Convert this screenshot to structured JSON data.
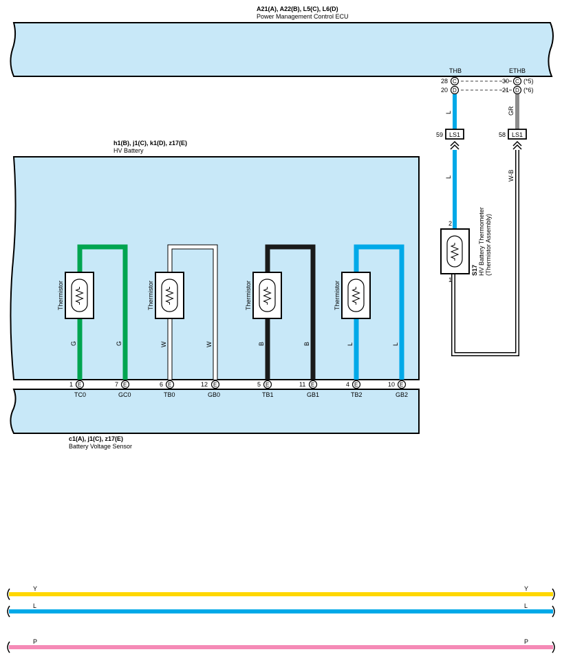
{
  "ecu": {
    "code": "A21(A), A22(B), L5(C), L6(D)",
    "name": "Power Management Control ECU",
    "terminals": [
      {
        "name": "THB",
        "pins": [
          "28",
          "20"
        ],
        "connectors": [
          "C",
          "D"
        ]
      },
      {
        "name": "ETHB",
        "pins": [
          "30",
          "21"
        ],
        "connectors": [
          "C",
          "D"
        ],
        "notes": [
          "(*5)",
          "(*6)"
        ]
      }
    ]
  },
  "junctions": [
    {
      "pin": "59",
      "label": "LS1"
    },
    {
      "pin": "58",
      "label": "LS1"
    }
  ],
  "external_thermistor": {
    "code": "S17",
    "name": "HV Battery Thermometer",
    "sub": "(Thermistor Assembly)",
    "pin_top": "2",
    "pin_bottom": "1"
  },
  "hv_battery": {
    "code": "h1(B), j1(C), k1(D), z17(E)",
    "name": "HV Battery",
    "thermistor_label": "Thermistor"
  },
  "sensor": {
    "code": "c1(A), j1(C), z17(E)",
    "name": "Battery Voltage Sensor",
    "connector": "E",
    "pins": [
      {
        "num": "1",
        "name": "TC0"
      },
      {
        "num": "7",
        "name": "GC0"
      },
      {
        "num": "6",
        "name": "TB0"
      },
      {
        "num": "12",
        "name": "GB0"
      },
      {
        "num": "5",
        "name": "TB1"
      },
      {
        "num": "11",
        "name": "GB1"
      },
      {
        "num": "4",
        "name": "TB2"
      },
      {
        "num": "10",
        "name": "GB2"
      }
    ]
  },
  "wire_codes": {
    "pair0": [
      "G",
      "G"
    ],
    "pair1": [
      "W",
      "W"
    ],
    "pair2": [
      "B",
      "B"
    ],
    "pair3": [
      "L",
      "L"
    ],
    "thb_upper": "L",
    "thb_lower": "L",
    "ethb_upper": "GR",
    "ethb_lower": "W-B"
  },
  "legend": [
    {
      "code": "Y",
      "color": "#ffd700"
    },
    {
      "code": "L",
      "color": "#00a9e8"
    },
    {
      "code": "P",
      "color": "#f58ab6"
    }
  ],
  "colors": {
    "panel": "#c8e8f8",
    "green": "#00a550",
    "black": "#1a1a1a",
    "blue": "#00a9e8",
    "gray": "#8c8c8c"
  }
}
